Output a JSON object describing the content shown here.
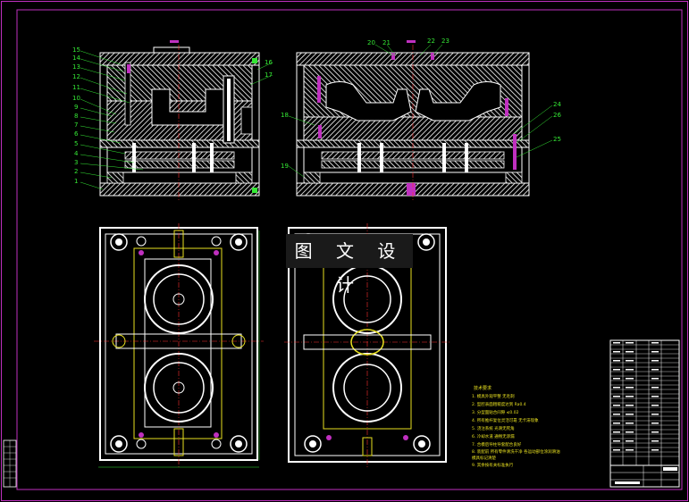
{
  "watermark": "图 文 设 计",
  "part_numbers_left": [
    "15",
    "14",
    "13",
    "12",
    "11",
    "10",
    "9",
    "8",
    "7",
    "6",
    "5",
    "4",
    "3",
    "2",
    "1"
  ],
  "part_numbers_right_side_left_view": [
    "16",
    "17"
  ],
  "part_numbers_top_right_view": [
    "20",
    "21",
    "22",
    "23"
  ],
  "part_numbers_right_view_left": [
    "18",
    "19"
  ],
  "part_numbers_right_view_right": [
    "24",
    "26",
    "25"
  ],
  "tech_requirements": {
    "title": "技术要求",
    "items": [
      "1. 模具外观平整 无毛刺",
      "2. 型腔表面粗糙度达到 Ra0.4",
      "3. 分型面贴合间隙 ≤0.02",
      "4. 所有推杆复位灵活可靠 无卡滞现象",
      "5. 浇注系统 光滑无死角",
      "6. 冷却水道 通畅无渗漏",
      "7. 合模后导柱导套配合良好",
      "8. 装配前 所有零件清洗干净 各运动部位涂润滑油",
      "   模具标记清楚",
      "9. 其余按有关标准执行"
    ]
  },
  "colors": {
    "background": "#000000",
    "outline": "#ffffff",
    "frame": "#c030c0",
    "leader": "#35e835",
    "centerline": "#ff3030",
    "yellow": "#e8e020",
    "watermark_bg": "#1a1a1a"
  }
}
